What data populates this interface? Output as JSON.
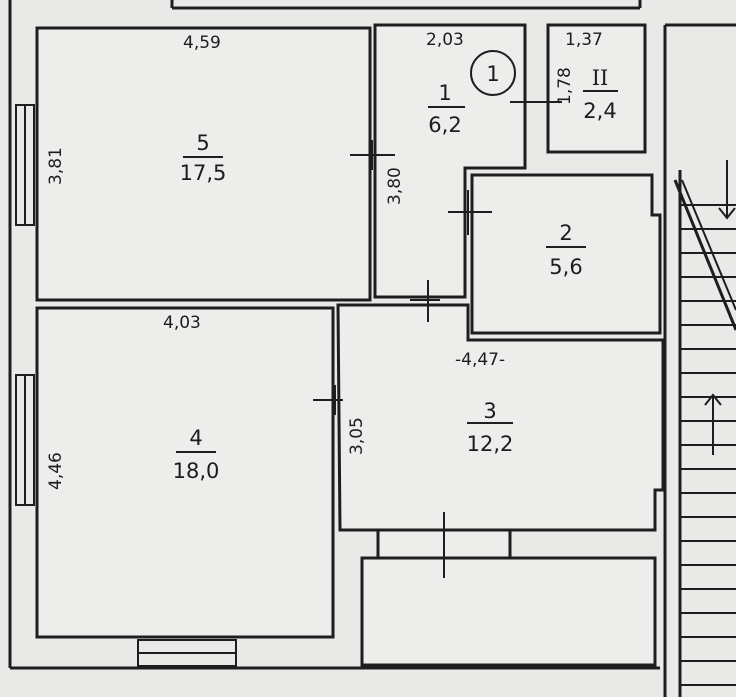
{
  "plan": {
    "rooms": [
      {
        "id": "5",
        "area": "17,5",
        "width": "4,59",
        "height": "3,81"
      },
      {
        "id": "4",
        "area": "18,0",
        "width": "4,03",
        "height": "4,46"
      },
      {
        "id": "1",
        "area": "6,2",
        "width": "2,03",
        "height": "3,80"
      },
      {
        "id": "II",
        "area": "2,4",
        "width": "1,37",
        "height": "1,78"
      },
      {
        "id": "2",
        "area": "5,6"
      },
      {
        "id": "3",
        "area": "12,2",
        "width": "-4,47-",
        "height": "3,05"
      }
    ],
    "marker": "1"
  },
  "colors": {
    "line": "#1e1e1e",
    "paper": "#e9e9e7"
  }
}
